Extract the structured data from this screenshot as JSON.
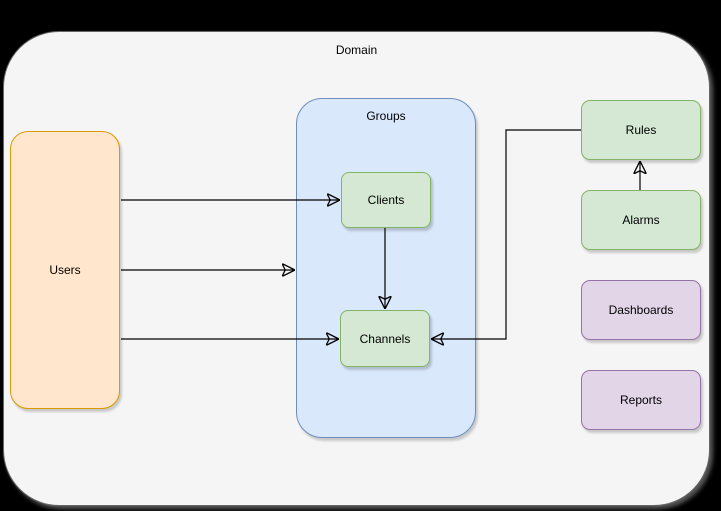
{
  "canvas": {
    "background_color": "#000000",
    "text_color": "#000000"
  },
  "diagram": {
    "domain": {
      "label": "Domain",
      "fill": "#f5f5f5",
      "stroke": "#666666"
    },
    "groups": {
      "label": "Groups",
      "fill": "#dae8fc",
      "stroke": "#6c8ebf"
    },
    "nodes": {
      "users": {
        "label": "Users",
        "fill": "#ffe6cc",
        "stroke": "#d79b00"
      },
      "clients": {
        "label": "Clients",
        "fill": "#d5e8d4",
        "stroke": "#82b366",
        "parent": "Groups"
      },
      "channels": {
        "label": "Channels",
        "fill": "#d5e8d4",
        "stroke": "#82b366",
        "parent": "Groups"
      },
      "rules": {
        "label": "Rules",
        "fill": "#d5e8d4",
        "stroke": "#82b366"
      },
      "alarms": {
        "label": "Alarms",
        "fill": "#d5e8d4",
        "stroke": "#82b366"
      },
      "dashboards": {
        "label": "Dashboards",
        "fill": "#e1d5e7",
        "stroke": "#9673a6"
      },
      "reports": {
        "label": "Reports",
        "fill": "#e1d5e7",
        "stroke": "#9673a6"
      }
    },
    "edges": [
      {
        "from": "Users",
        "to": "Clients",
        "arrowhead": "end"
      },
      {
        "from": "Users",
        "to": "Groups",
        "arrowhead": "end"
      },
      {
        "from": "Users",
        "to": "Channels",
        "arrowhead": "end"
      },
      {
        "from": "Clients",
        "to": "Channels",
        "arrowhead": "end"
      },
      {
        "from": "Alarms",
        "to": "Rules",
        "arrowhead": "end"
      },
      {
        "from": "Rules",
        "to": "Channels",
        "arrowhead": "end"
      }
    ]
  }
}
